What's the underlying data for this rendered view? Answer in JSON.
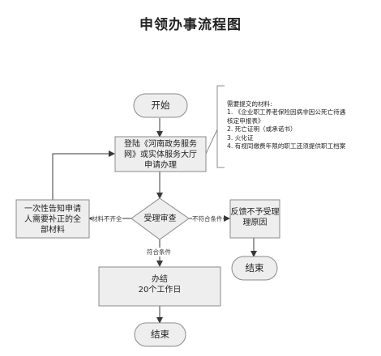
{
  "title": "申领办事流程图",
  "nodes": {
    "start": "开始",
    "apply": [
      "登陆《河南政务服务",
      "网》或实体服务大厅",
      "申请办理"
    ],
    "review": "受理审查",
    "notify": [
      "一次性告知申请",
      "人需要补正的全",
      "部材料"
    ],
    "reject": [
      "反馈不予受理",
      "理原因"
    ],
    "end_reject": "结束",
    "complete": [
      "办结",
      "20个工作日"
    ],
    "end_main": "结束"
  },
  "edges": {
    "incomplete": "材料不齐全",
    "not_qualified": "不符合条件",
    "qualified": "符合条件"
  },
  "materials": {
    "heading": "需要提交的材料:",
    "items": [
      "1. 《企业职工养老保险因病非因公死亡待遇",
      "核定申报表》",
      "2. 死亡证明（或承诺书）",
      "3. 火化证",
      "4. 有视同缴费年限的职工还须提供职工档案"
    ]
  },
  "colors": {
    "node_fill": "#eeeeee",
    "node_stroke": "#8a8a8a",
    "line": "#3a3a3a"
  }
}
